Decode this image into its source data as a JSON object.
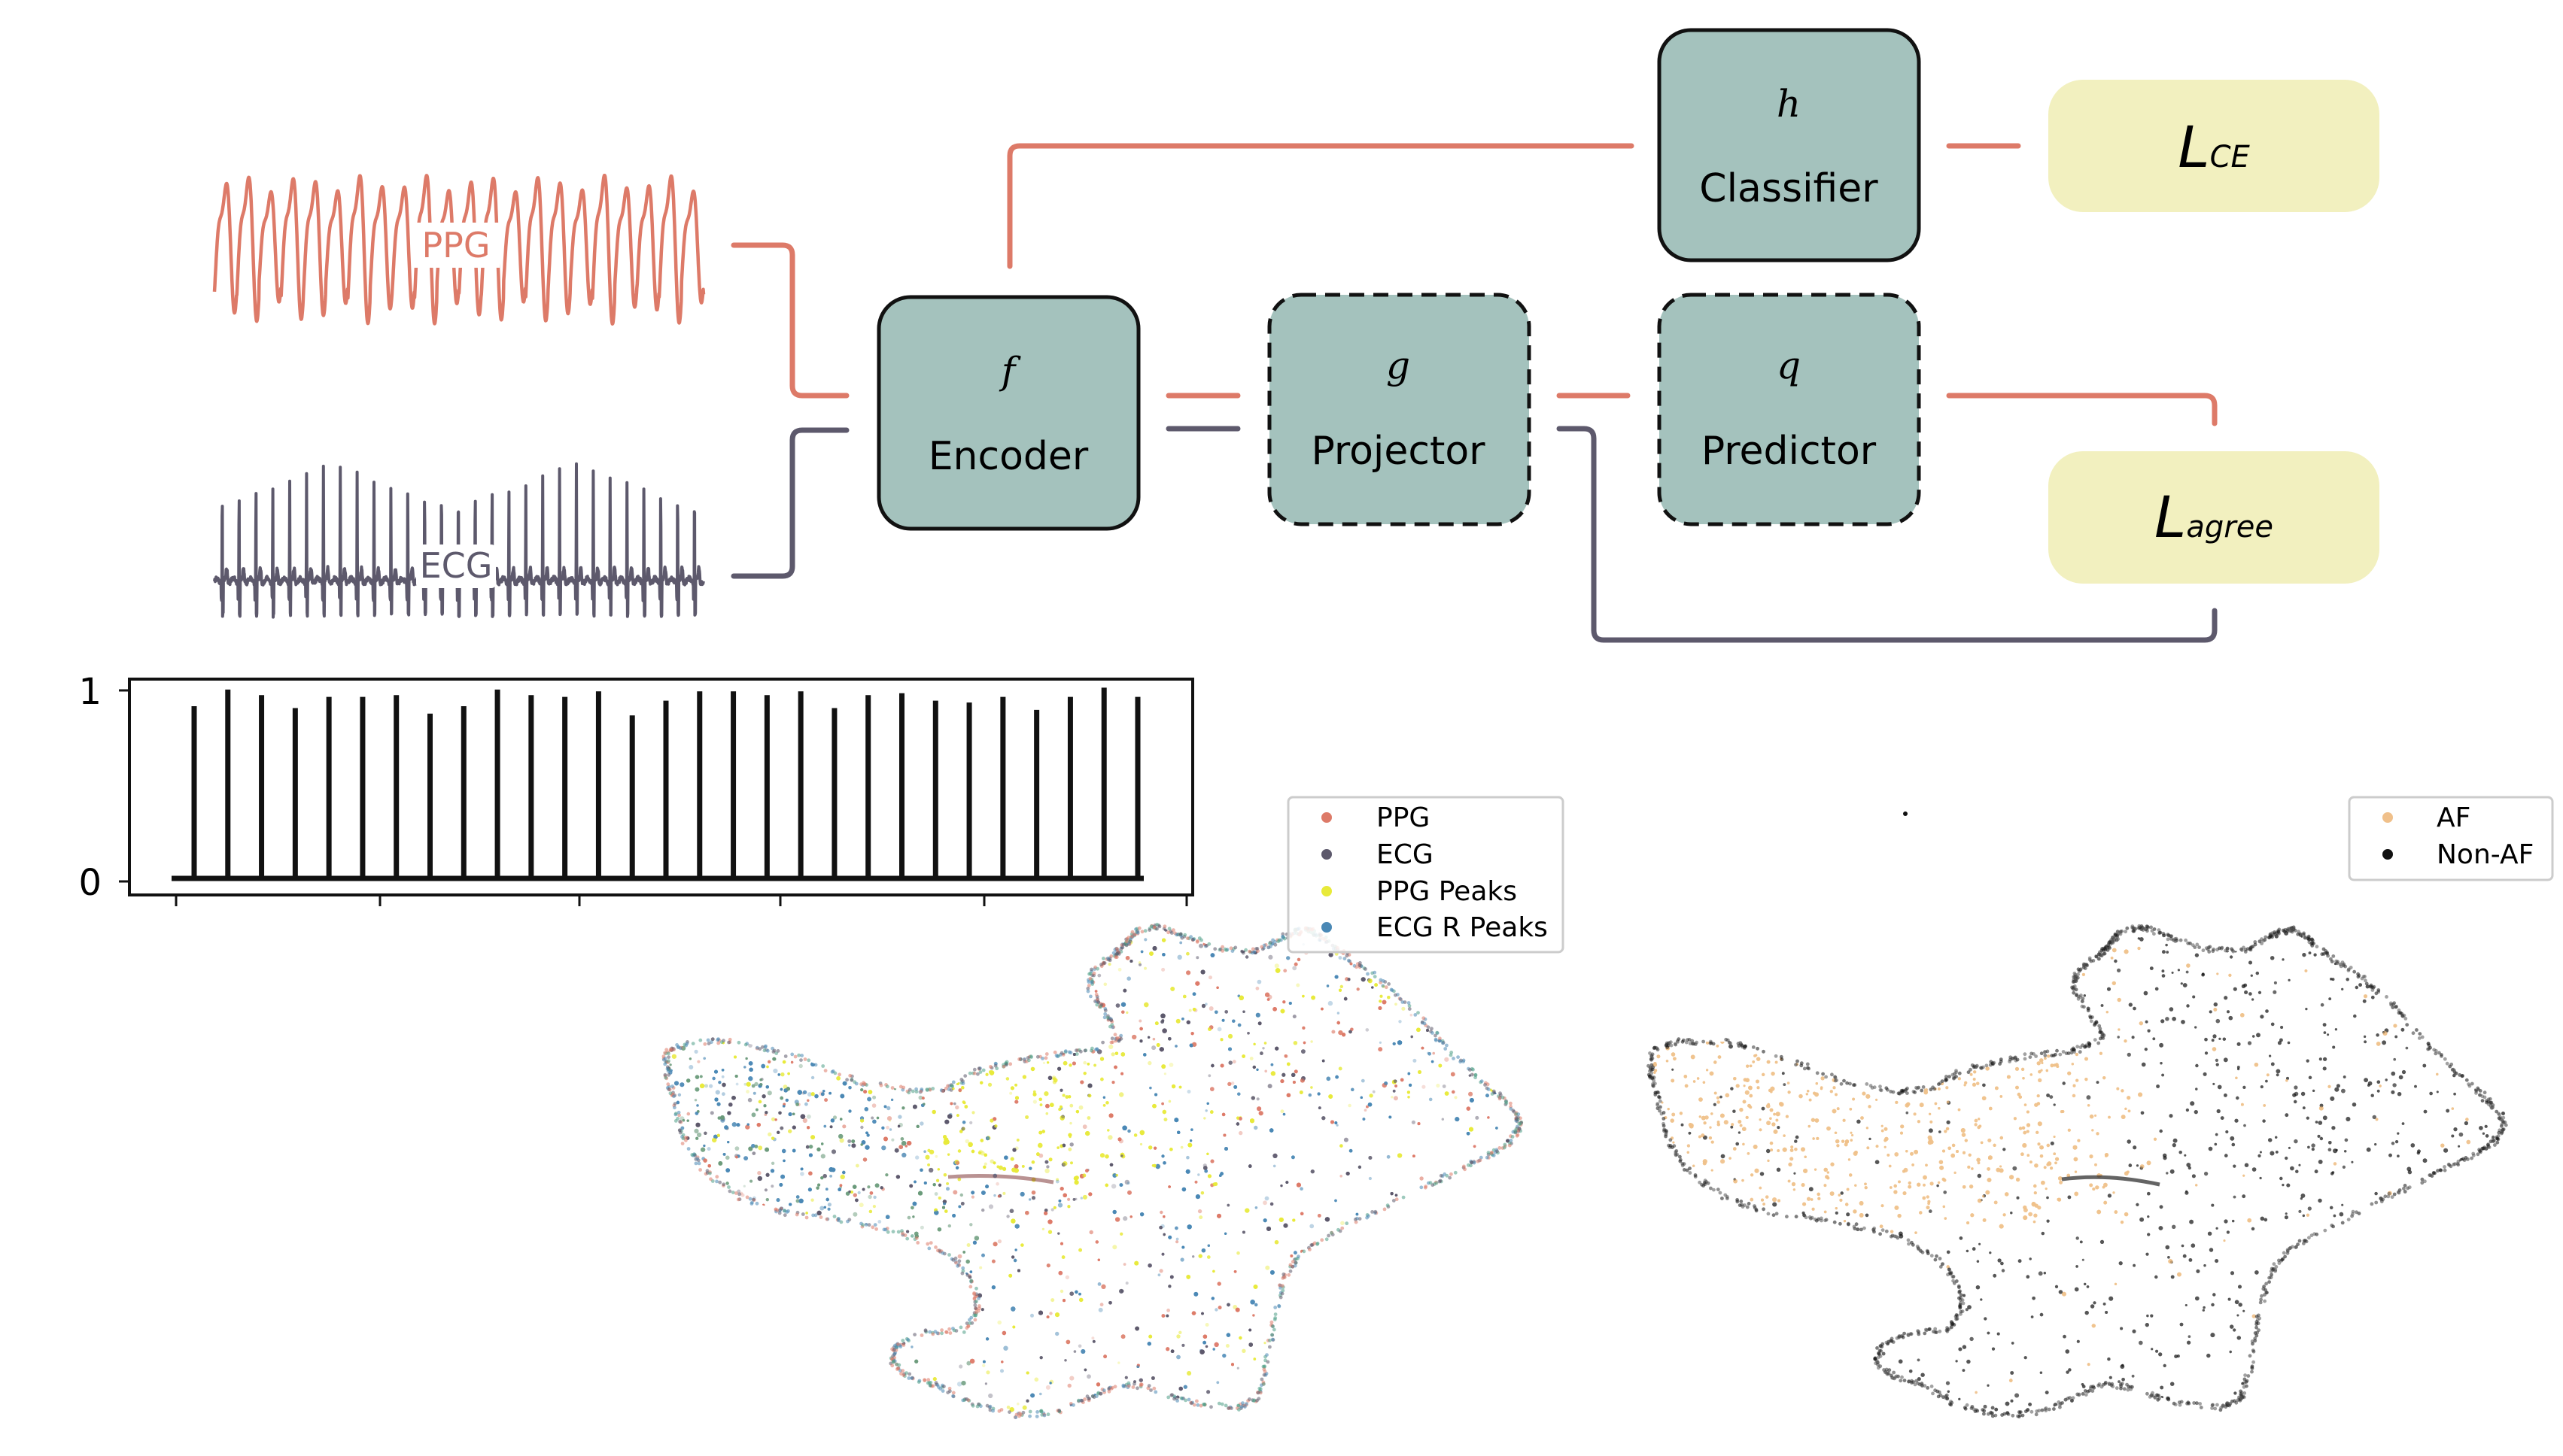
{
  "colors": {
    "ppg": "#dd7a68",
    "ecg": "#5d596c",
    "box_fill": "#a4c2bd",
    "loss_fill": "#f2f0bf",
    "ppg_peaks": "#e8ea3a",
    "ecg_r_peaks": "#4a88b5",
    "af": "#f0c08a",
    "non_af": "#111111"
  },
  "signals": {
    "ppg_label": "PPG",
    "ecg_label": "ECG"
  },
  "blocks": {
    "encoder": {
      "symbol": "f",
      "name": "Encoder"
    },
    "projector": {
      "symbol": "g",
      "name": "Projector"
    },
    "predictor": {
      "symbol": "q",
      "name": "Predictor"
    },
    "classifier": {
      "symbol": "h",
      "name": "Classifier"
    }
  },
  "losses": {
    "ce": {
      "main": "L",
      "sub": "CE"
    },
    "agree": {
      "main": "L",
      "sub": "agree"
    }
  },
  "peak_plot": {
    "y_ticks": [
      "1",
      "0"
    ],
    "y_range": [
      0,
      1
    ],
    "peak_heights": [
      0.93,
      1.02,
      0.99,
      0.92,
      0.98,
      0.98,
      0.99,
      0.89,
      0.93,
      1.02,
      0.99,
      0.98,
      1.01,
      0.88,
      0.96,
      1.01,
      1.01,
      0.99,
      1.01,
      0.92,
      0.99,
      1.0,
      0.96,
      0.95,
      0.98,
      0.91,
      0.98,
      1.03,
      0.98
    ]
  },
  "umap_modality": {
    "legend": [
      {
        "label": "PPG",
        "icon": "ppg-dot"
      },
      {
        "label": "ECG",
        "icon": "ecg-dot"
      },
      {
        "label": "PPG Peaks",
        "icon": "ppg-peaks-dot"
      },
      {
        "label": "ECG R Peaks",
        "icon": "ecg-r-peaks-dot"
      }
    ]
  },
  "umap_af": {
    "legend": [
      {
        "label": "AF",
        "icon": "af-dot"
      },
      {
        "label": "Non-AF",
        "icon": "non-af-dot"
      }
    ]
  }
}
